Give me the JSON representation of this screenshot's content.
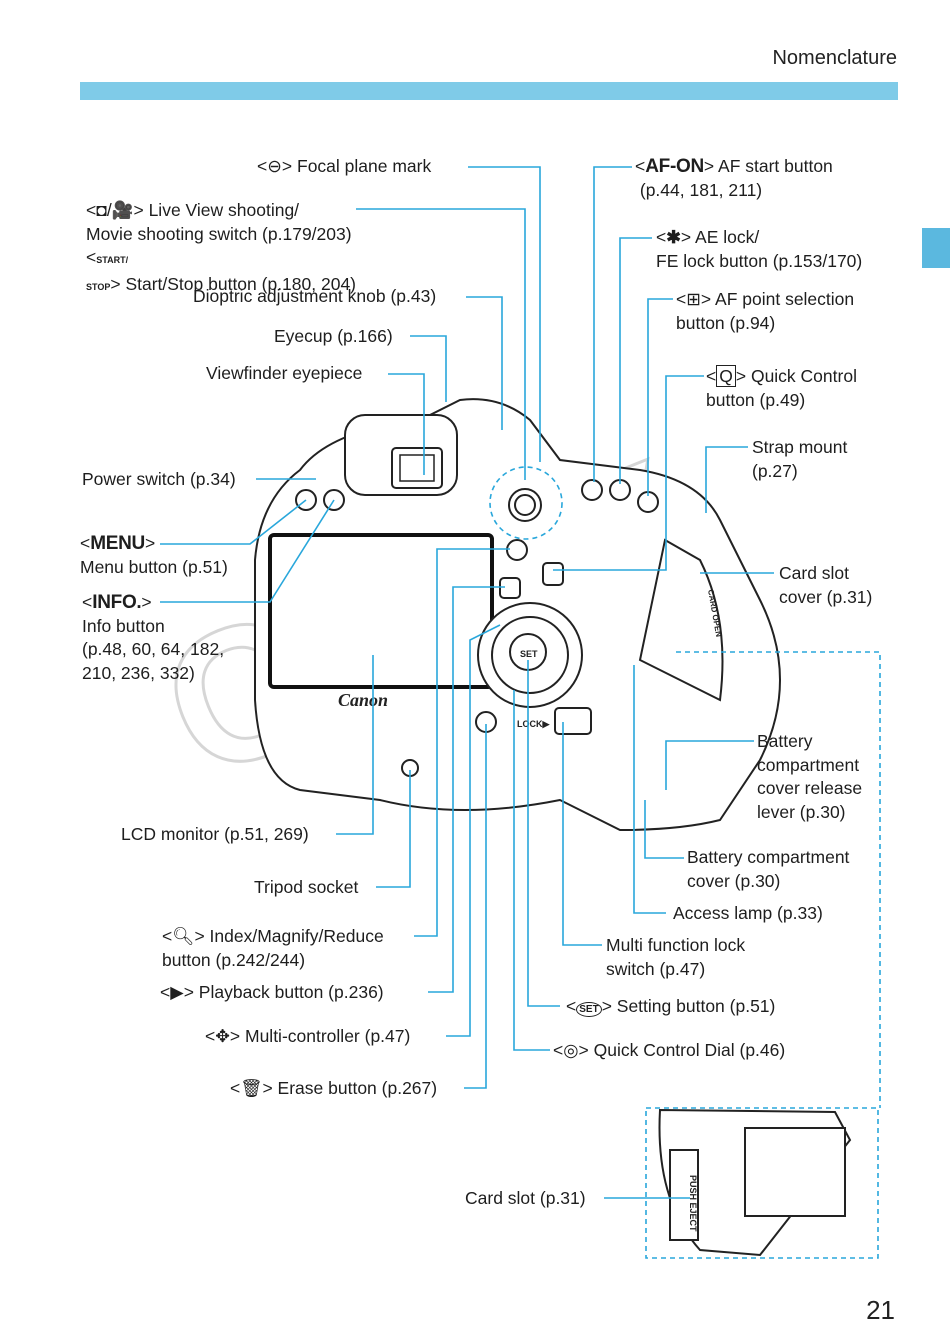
{
  "header": {
    "section": "Nomenclature"
  },
  "page_number": "21",
  "watermark": "COPY",
  "camera_marks": {
    "brand": "Canon",
    "set": "SET",
    "lock": "LOCK▶",
    "card_open": "CARD OPEN",
    "push_eject": "PUSH EJECT"
  },
  "labels": {
    "focal_plane": {
      "text": "Focal plane mark"
    },
    "live_view": {
      "line1": "Live View shooting/",
      "line2": "Movie shooting switch (p.179/203)",
      "line3": "Start/Stop button (p.180, 204)"
    },
    "dioptric": {
      "text": "Dioptric adjustment knob (p.43)"
    },
    "eyecup": {
      "text": "Eyecup (p.166)"
    },
    "viewfinder": {
      "text": "Viewfinder eyepiece"
    },
    "power": {
      "text": "Power switch (p.34)"
    },
    "menu": {
      "key": "MENU",
      "line2": "Menu button (p.51)"
    },
    "info": {
      "key": "INFO.",
      "line2": "Info button",
      "line3": "(p.48, 60, 64, 182,",
      "line4": "210, 236, 332)"
    },
    "lcd": {
      "text": "LCD monitor (p.51, 269)"
    },
    "tripod": {
      "text": "Tripod socket"
    },
    "index": {
      "line1": "Index/Magnify/Reduce",
      "line2": "button (p.242/244)"
    },
    "playback": {
      "text": "Playback button (p.236)"
    },
    "multi_controller": {
      "text": "Multi-controller (p.47)"
    },
    "erase": {
      "text": "Erase button (p.267)"
    },
    "af_on": {
      "key": "AF-ON",
      "line1": "AF start button",
      "line2": "(p.44, 181, 211)"
    },
    "ae_lock": {
      "line1": "AE lock/",
      "line2": "FE lock button (p.153/170)"
    },
    "af_point": {
      "line1": "AF point selection",
      "line2": "button (p.94)"
    },
    "quick_control": {
      "line1": "Quick Control",
      "line2": "button (p.49)"
    },
    "strap": {
      "line1": "Strap mount",
      "line2": "(p.27)"
    },
    "card_cover": {
      "line1": "Card slot",
      "line2": "cover (p.31)"
    },
    "battery_release": {
      "line1": "Battery",
      "line2": "compartment",
      "line3": "cover release",
      "line4": "lever (p.30)"
    },
    "battery_cover": {
      "line1": "Battery compartment",
      "line2": "cover (p.30)"
    },
    "access_lamp": {
      "text": "Access lamp (p.33)"
    },
    "mf_lock": {
      "line1": "Multi function lock",
      "line2": "switch (p.47)"
    },
    "setting": {
      "text": "Setting button (p.51)"
    },
    "qc_dial": {
      "text": "Quick Control Dial (p.46)"
    },
    "card_slot": {
      "text": "Card slot (p.31)"
    }
  }
}
